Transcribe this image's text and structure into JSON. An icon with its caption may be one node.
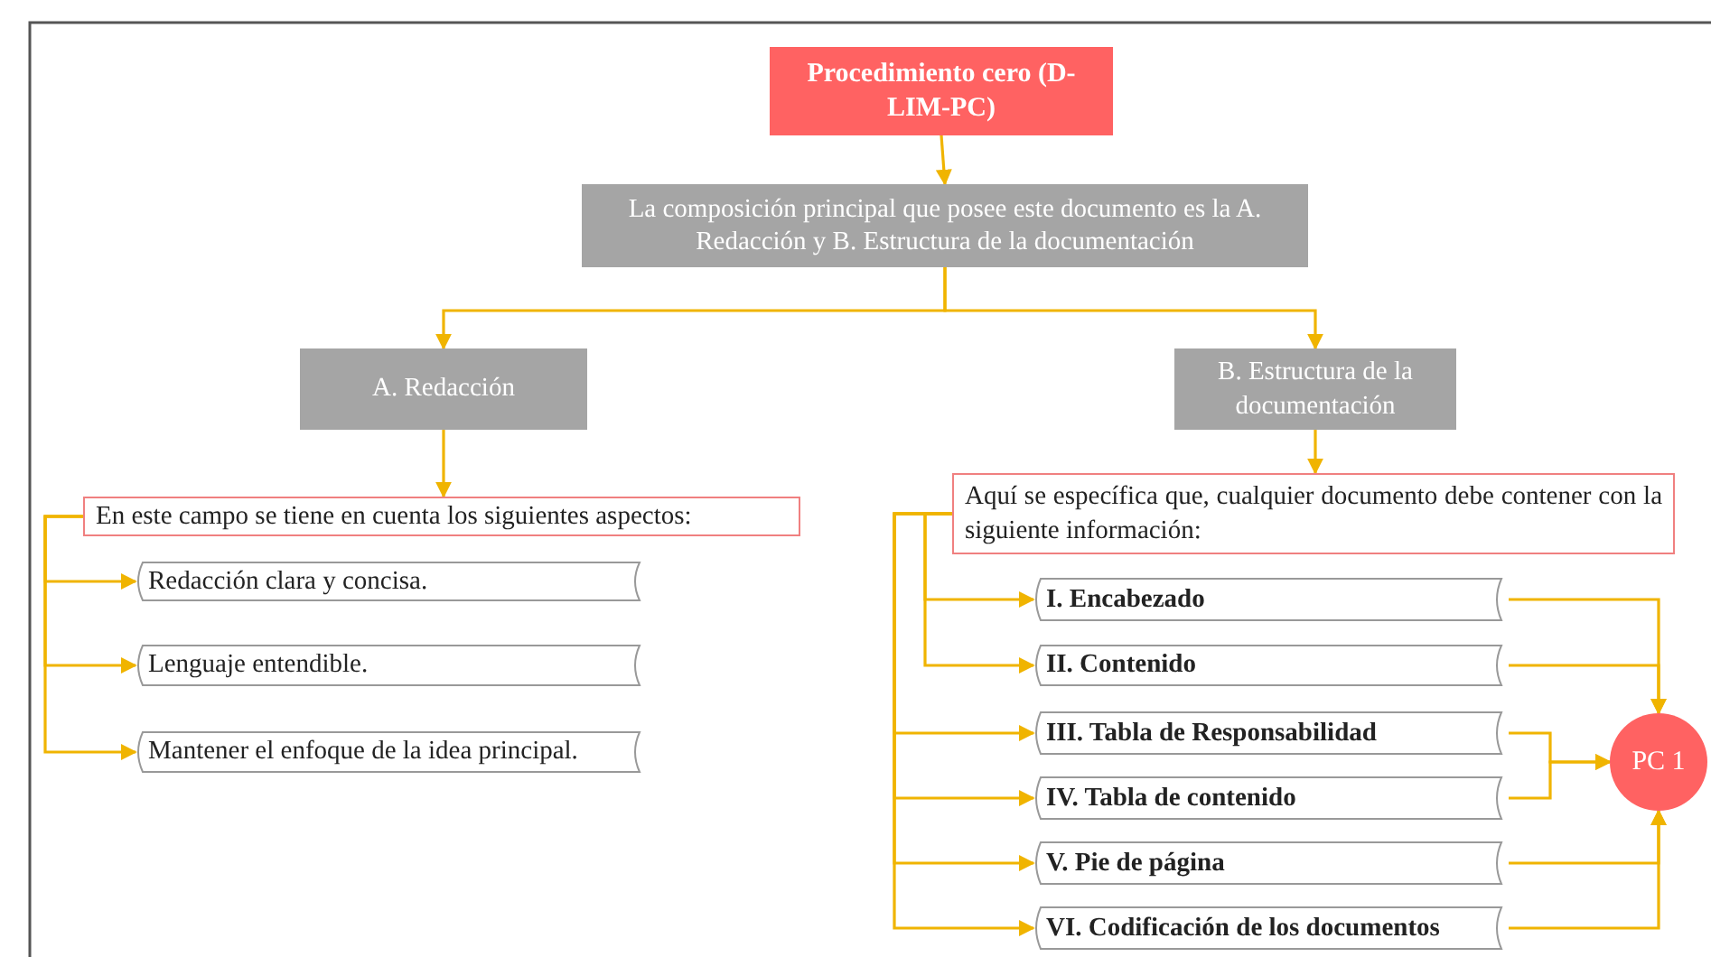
{
  "diagram": {
    "nodes": [
      {
        "text": [
          "Procedimiento cero (D-LIM-PC)"
        ]
      },
      {
        "text": [
          "La composición principal que posee este documento es la A. Redacción y B. Estructura de la documentación"
        ]
      },
      {
        "text": [
          "A. Redacción"
        ]
      },
      {
        "text": [
          "B. Estructura de la documentación"
        ]
      },
      {
        "text": [
          "En este campo se tiene en cuenta los siguientes aspectos:"
        ]
      },
      {
        "text": [
          "Redacción clara y concisa."
        ]
      },
      {
        "text": [
          "Lenguaje entendible."
        ]
      },
      {
        "text": [
          "Mantener el enfoque de la idea principal."
        ]
      },
      {
        "text": [
          "Aquí se específica que, cualquier documento debe contener con la siguiente información:"
        ]
      },
      {
        "text": [
          "I. Encabezado"
        ]
      },
      {
        "text": [
          "II. Contenido"
        ]
      },
      {
        "text": [
          "III. Tabla de Responsabilidad"
        ]
      },
      {
        "text": [
          "IV. Tabla de contenido"
        ]
      },
      {
        "text": [
          "V. Pie de página"
        ]
      },
      {
        "text": [
          "VI. Codificación de los documentos"
        ]
      },
      {
        "text": [
          "PC 1"
        ]
      }
    ],
    "edges": [
      {
        "from": 0,
        "to": 1,
        "arrow": "to"
      },
      {
        "from": 1,
        "to": 2,
        "arrow": "to"
      },
      {
        "from": 1,
        "to": 3,
        "arrow": "to"
      },
      {
        "from": 2,
        "to": 4,
        "arrow": "to"
      },
      {
        "from": 3,
        "to": 8,
        "arrow": "to"
      },
      {
        "from": 4,
        "to": 5,
        "arrow": "to"
      },
      {
        "from": 4,
        "to": 6,
        "arrow": "to"
      },
      {
        "from": 4,
        "to": 7,
        "arrow": "to"
      },
      {
        "from": 8,
        "to": 9,
        "arrow": "to"
      },
      {
        "from": 8,
        "to": 10,
        "arrow": "to"
      },
      {
        "from": 8,
        "to": 11,
        "arrow": "to"
      },
      {
        "from": 8,
        "to": 12,
        "arrow": "to"
      },
      {
        "from": 8,
        "to": 13,
        "arrow": "to"
      },
      {
        "from": 8,
        "to": 14,
        "arrow": "to"
      },
      {
        "from": 9,
        "to": 15,
        "arrow": "to"
      },
      {
        "from": 10,
        "to": 15,
        "arrow": "to"
      },
      {
        "from": 11,
        "to": 15,
        "arrow": "to"
      },
      {
        "from": 12,
        "to": 15,
        "arrow": "to"
      },
      {
        "from": 13,
        "to": 15,
        "arrow": "to"
      },
      {
        "from": 14,
        "to": 15,
        "arrow": "to"
      }
    ]
  }
}
